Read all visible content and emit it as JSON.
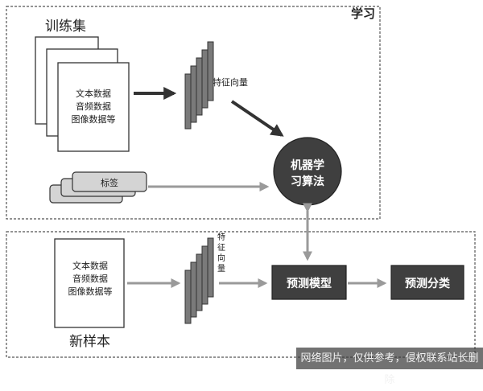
{
  "learning_panel": {
    "title": "学习",
    "training_set": {
      "label": "训练集",
      "contents": [
        "文本数据",
        "音频数据",
        "图像数据等"
      ]
    },
    "feature_vector_label": "特征向量",
    "tag_label": "标签",
    "algorithm": [
      "机器学",
      "习算法"
    ]
  },
  "new_sample_panel": {
    "label": "新样本",
    "contents": [
      "文本数据",
      "音频数据",
      "图像数据等"
    ],
    "feature_vector_chars": [
      "特",
      "征",
      "向",
      "量"
    ],
    "model_label": "预测模型",
    "result_label": "预测分类"
  },
  "watermark": "网络图片，仅供参考，侵权联系站长删除",
  "colors": {
    "panel_border": "#555555",
    "gray_arrow": "#9a9a9a",
    "dark_arrow": "#333333",
    "dark_box": "#3f3f3f",
    "feature_bar": "#7a7a7a"
  }
}
